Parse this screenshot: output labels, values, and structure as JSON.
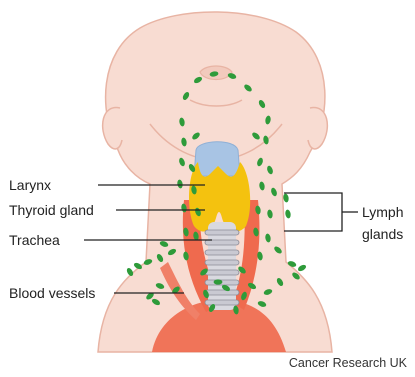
{
  "labels": {
    "larynx": "Larynx",
    "thyroid_gland": "Thyroid gland",
    "trachea": "Trachea",
    "blood_vessels": "Blood vessels",
    "lymph_line1": "Lymph",
    "lymph_line2": "glands"
  },
  "credit": "Cancer Research UK",
  "colors": {
    "skin_fill": "#f8dcd2",
    "skin_outline": "#e8b4a4",
    "larynx": "#a8c4e4",
    "thyroid": "#f4c20f",
    "trachea_ring": "#c9c9d2",
    "blood_vessel": "#ef6a4e",
    "lymph_node": "#2e9b3a"
  }
}
